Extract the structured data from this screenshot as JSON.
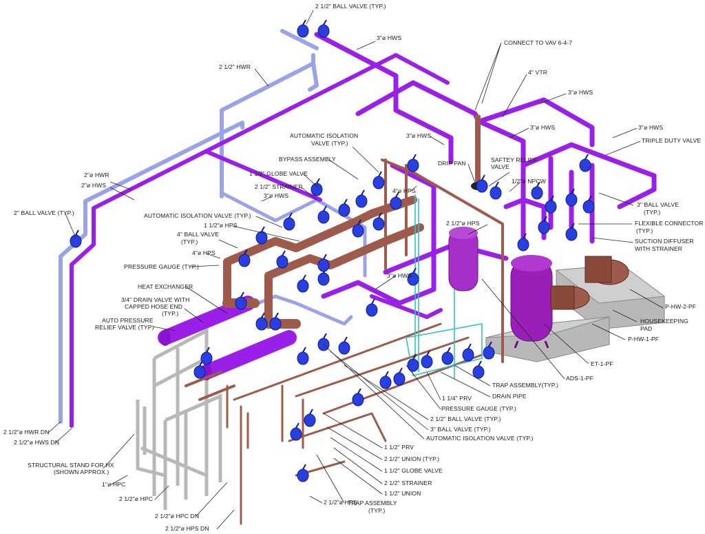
{
  "labels": [
    {
      "id": "ball-valve-top",
      "text": "2 1/2\" BALL VALVE (TYP.)"
    },
    {
      "id": "hws-3-top",
      "text": "3\"ø HWS"
    },
    {
      "id": "connect-vav",
      "text": "CONNECT TO VAV 6-4-7"
    },
    {
      "id": "hwr-2-1-2",
      "text": "2 1/2\" HWR"
    },
    {
      "id": "vtr-4",
      "text": "4\" VTR"
    },
    {
      "id": "hws-3-right",
      "text": "3\"ø HWS"
    },
    {
      "id": "hws-3-mid",
      "text": "3\"ø HWS"
    },
    {
      "id": "hws-3-far",
      "text": "3\"ø HWS"
    },
    {
      "id": "triple-duty",
      "text": "TRIPLE DUTY VALVE"
    },
    {
      "id": "auto-iso-1",
      "text": "AUTOMATIC ISOLATION"
    },
    {
      "id": "auto-iso-2",
      "text": "VALVE (TYP.)"
    },
    {
      "id": "hws-3-center",
      "text": "3\"ø HWS"
    },
    {
      "id": "bypass",
      "text": "BYPASS ASSEMBLY"
    },
    {
      "id": "drip-pan",
      "text": "DRIP PAN"
    },
    {
      "id": "relief-1",
      "text": "SAFTEY RELIEF"
    },
    {
      "id": "relief-2",
      "text": "VALVE"
    },
    {
      "id": "globe-1-1-2",
      "text": "1 1/2\" GLOBE VALVE"
    },
    {
      "id": "hps-4-top",
      "text": "4\"ø HPS"
    },
    {
      "id": "npcw",
      "text": "1/2\"ø NPCW"
    },
    {
      "id": "hwr-2",
      "text": "2\"ø HWR"
    },
    {
      "id": "hws-2",
      "text": "2\"ø HWS"
    },
    {
      "id": "strainer-2-1-2",
      "text": "2 1/2\" STRAINER"
    },
    {
      "id": "hws-3-left",
      "text": "3\"ø HWS"
    },
    {
      "id": "ball-3-1",
      "text": "3\" BALL VALVE"
    },
    {
      "id": "ball-3-2",
      "text": "(TYP.)"
    },
    {
      "id": "ball-2",
      "text": "2\" BALL VALVE (TYP.)"
    },
    {
      "id": "auto-iso-left",
      "text": "AUTOMATIC ISOLATION VALVE (TYP.)"
    },
    {
      "id": "hps-1-1-2",
      "text": "1 1/2\"ø HPS"
    },
    {
      "id": "hps-2-1-2",
      "text": "2 1/2\"ø HPS"
    },
    {
      "id": "flex-1",
      "text": "FLEXIBLE CONNECTOR"
    },
    {
      "id": "flex-2",
      "text": "(TYP.)"
    },
    {
      "id": "ball-4-1",
      "text": "4\" BALL VALVE"
    },
    {
      "id": "ball-4-2",
      "text": "(TYP.)"
    },
    {
      "id": "suction-1",
      "text": "SUCTION DIFFUSER"
    },
    {
      "id": "suction-2",
      "text": "WITH STRAINER"
    },
    {
      "id": "hps-4-left",
      "text": "4\"ø HPS"
    },
    {
      "id": "gauge-left",
      "text": "PRESSURE GAUGE (TYP.)"
    },
    {
      "id": "hws-3-lower",
      "text": "3\"ø HWS"
    },
    {
      "id": "hx",
      "text": "HEAT EXCHANGER"
    },
    {
      "id": "drain-1",
      "text": "3/4\" DRAIN VALVE WITH"
    },
    {
      "id": "drain-2",
      "text": "CAPPED HOSE END"
    },
    {
      "id": "drain-3",
      "text": "(TYP.)"
    },
    {
      "id": "p-hw-2",
      "text": "P-HW-2-PF"
    },
    {
      "id": "hk-1",
      "text": "HOUSEKEEPING"
    },
    {
      "id": "hk-2",
      "text": "PAD"
    },
    {
      "id": "apr-1",
      "text": "AUTO PRESSURE"
    },
    {
      "id": "apr-2",
      "text": "RELIEF VALVE (TYP)"
    },
    {
      "id": "p-hw-1",
      "text": "P-HW-1-PF"
    },
    {
      "id": "et-1",
      "text": "ET-1-PF"
    },
    {
      "id": "ads-1",
      "text": "ADS-1-PF"
    },
    {
      "id": "trap-typ",
      "text": "TRAP ASSEMBLY(TYP.)"
    },
    {
      "id": "drain-pipe",
      "text": "DRAIN PIPE"
    },
    {
      "id": "prv-1-1-4",
      "text": "1 1/4\" PRV"
    },
    {
      "id": "gauge-bottom",
      "text": "PRESSURE GAUGE (TYP.)"
    },
    {
      "id": "ball-2-1-2",
      "text": "2 1/2\" BALL VALVE (TYP.)"
    },
    {
      "id": "ball-3-bottom",
      "text": "3\" BALL VALVE (TYP.)"
    },
    {
      "id": "auto-iso-bottom",
      "text": "AUTOMATIC ISOLATION VALVE (TYP.)"
    },
    {
      "id": "hwr-dn",
      "text": "2 1/2\"ø HWR DN"
    },
    {
      "id": "hws-dn",
      "text": "2 1/2\"ø HWS DN"
    },
    {
      "id": "prv-1-1-2",
      "text": "1 1/2\" PRV"
    },
    {
      "id": "union-2-1-2",
      "text": "2 1/2\" UNION (TYP.)"
    },
    {
      "id": "stand-1",
      "text": "STRUCTURAL STAND FOR HX"
    },
    {
      "id": "stand-2",
      "text": "(SHOWN APPROX.)"
    },
    {
      "id": "globe-bottom",
      "text": "1 1/2\" GLOBE VALVE"
    },
    {
      "id": "hpc-1",
      "text": "1\"ø HPC"
    },
    {
      "id": "strainer-bottom",
      "text": "2 1/2\" STRAINER"
    },
    {
      "id": "union-1-1-2",
      "text": "1 1/2\" UNION"
    },
    {
      "id": "hpc-2-1-2",
      "text": "2 1/2\"ø HPC"
    },
    {
      "id": "hps-bottom",
      "text": "2 1/2\"ø HPS"
    },
    {
      "id": "trap-1",
      "text": "TRAP ASSEMBLY"
    },
    {
      "id": "trap-2",
      "text": "(TYP.)"
    },
    {
      "id": "hpc-dn",
      "text": "2 1/2\"ø HPC DN"
    },
    {
      "id": "hps-dn",
      "text": "2 1/2\"ø HPS DN"
    }
  ],
  "colors": {
    "hot_water_supply": "#9a1fe8",
    "hot_water_return": "#9aa2e8",
    "steam_supply": "#9e5a4a",
    "valve": "#2a3fe0",
    "stand": "#b8b8b8",
    "pad": "#b5b5b5",
    "tank": "#9a1fb8",
    "trap": "#2cc5c5"
  }
}
